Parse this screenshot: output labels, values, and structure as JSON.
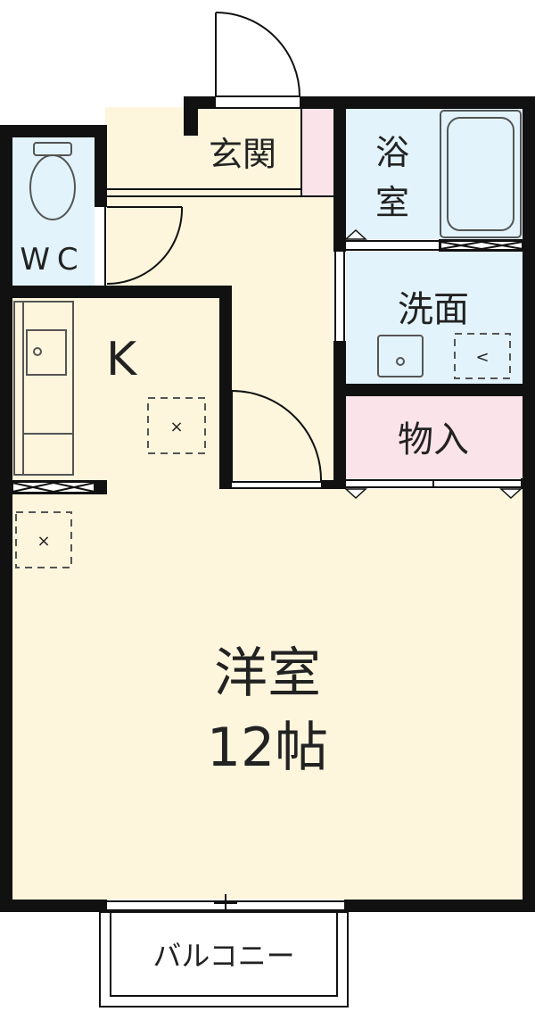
{
  "rooms": {
    "entrance": "玄関",
    "bath_line1": "浴",
    "bath_line2": "室",
    "wc": "WC",
    "washroom": "洗面",
    "kitchen": "K",
    "storage": "物入",
    "western_line1": "洋室",
    "western_line2": "12帖",
    "balcony": "バルコニー"
  },
  "colors": {
    "wall": "#111111",
    "floor_beige": "#fdf6dd",
    "floor_blue": "#e2f3fb",
    "floor_pink": "#fbe3ea",
    "fixture_line": "#555555"
  }
}
